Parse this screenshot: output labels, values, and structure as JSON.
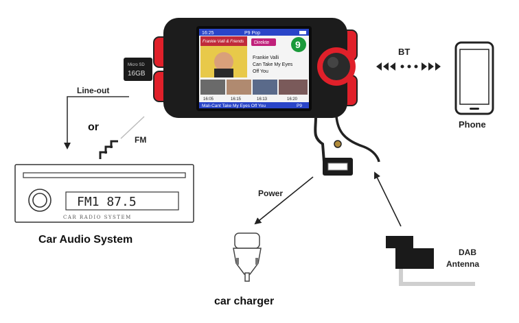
{
  "device": {
    "status_time": "16:25",
    "station_name": "P9 Pop",
    "album_art_text": "Frankie Valli & Friends",
    "station_badge": "Direkte",
    "channel_number": "9",
    "artist": "Frankie Valli",
    "song_line1": "Can Take My Eyes",
    "song_line2": "Off You",
    "thumb_times": [
      "16:05",
      "16:15",
      "16:13",
      "16:20"
    ],
    "scroll_text": "Mali-Cant Take My Eyes Off You",
    "scroll_right": "P9",
    "sd_card_top": "Micro SD",
    "sd_card_capacity": "16GB"
  },
  "labels": {
    "line_out": "Line-out",
    "or": "or",
    "fm": "FM",
    "bt": "BT",
    "phone": "Phone",
    "power": "Power",
    "car_charger": "car charger",
    "dab_line1": "DAB",
    "dab_line2": "Antenna",
    "car_audio_system": "Car Audio System"
  },
  "radio": {
    "display": "FM1  87.5",
    "panel_text": "CAR RADIO SYSTEM"
  },
  "colors": {
    "device_body": "#1c1c1c",
    "device_red": "#e0202a",
    "screen_bar": "#2a45c8",
    "badge": "#c0207a",
    "channel_badge": "#1a9a3a"
  }
}
